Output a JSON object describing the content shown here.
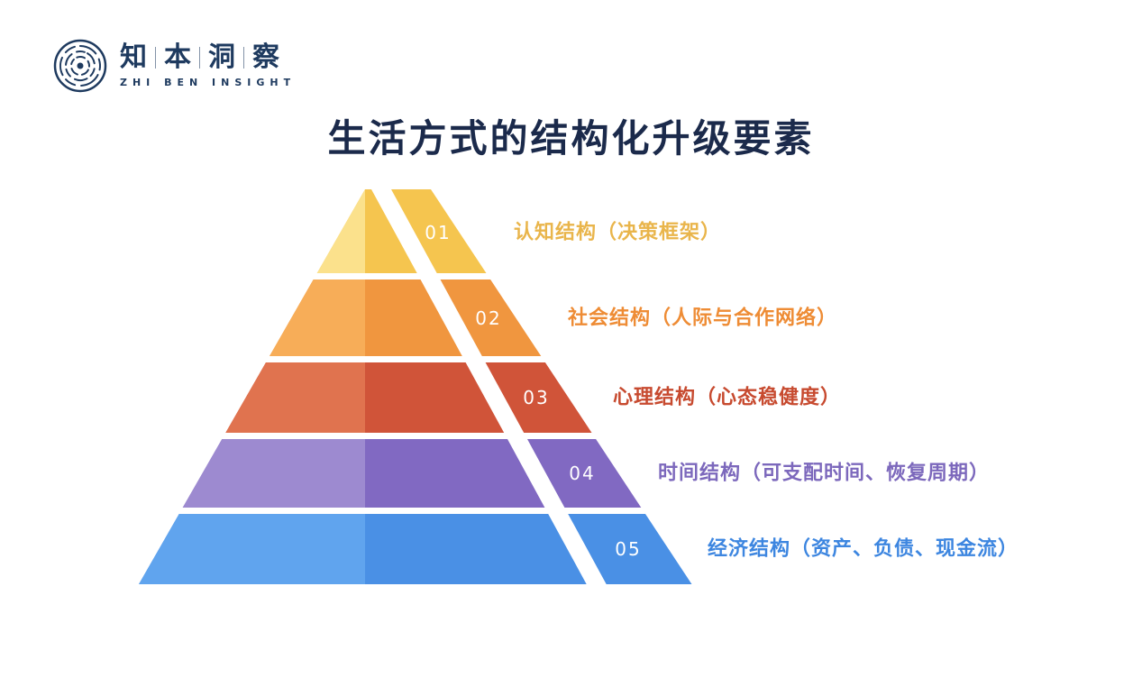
{
  "colors": {
    "brand": "#1E3A5F",
    "title": "#1B2A4B",
    "number": "#FFFFFF",
    "background": "#FFFFFF"
  },
  "brand": {
    "chars": [
      "知",
      "本",
      "洞",
      "察"
    ],
    "tagline": "ZHI BEN INSIGHT"
  },
  "title": "生活方式的结构化升级要素",
  "layers": [
    {
      "num": "01",
      "label": "认知结构（决策框架）",
      "light": "#FBE18C",
      "dark": "#F5C54F",
      "label_color": "#E9B54B"
    },
    {
      "num": "02",
      "label": "社会结构（人际与合作网络）",
      "light": "#F7AD58",
      "dark": "#F0963F",
      "label_color": "#EE8C35"
    },
    {
      "num": "03",
      "label": "心理结构（心态稳健度）",
      "light": "#E0734F",
      "dark": "#D05439",
      "label_color": "#C74A2F"
    },
    {
      "num": "04",
      "label": "时间结构（可支配时间、恢复周期）",
      "light": "#9D8AD0",
      "dark": "#8169C2",
      "label_color": "#7C68BC"
    },
    {
      "num": "05",
      "label": "经济结构（资产、负债、现金流）",
      "light": "#60A4EE",
      "dark": "#4A90E5",
      "label_color": "#3D86E0"
    }
  ]
}
